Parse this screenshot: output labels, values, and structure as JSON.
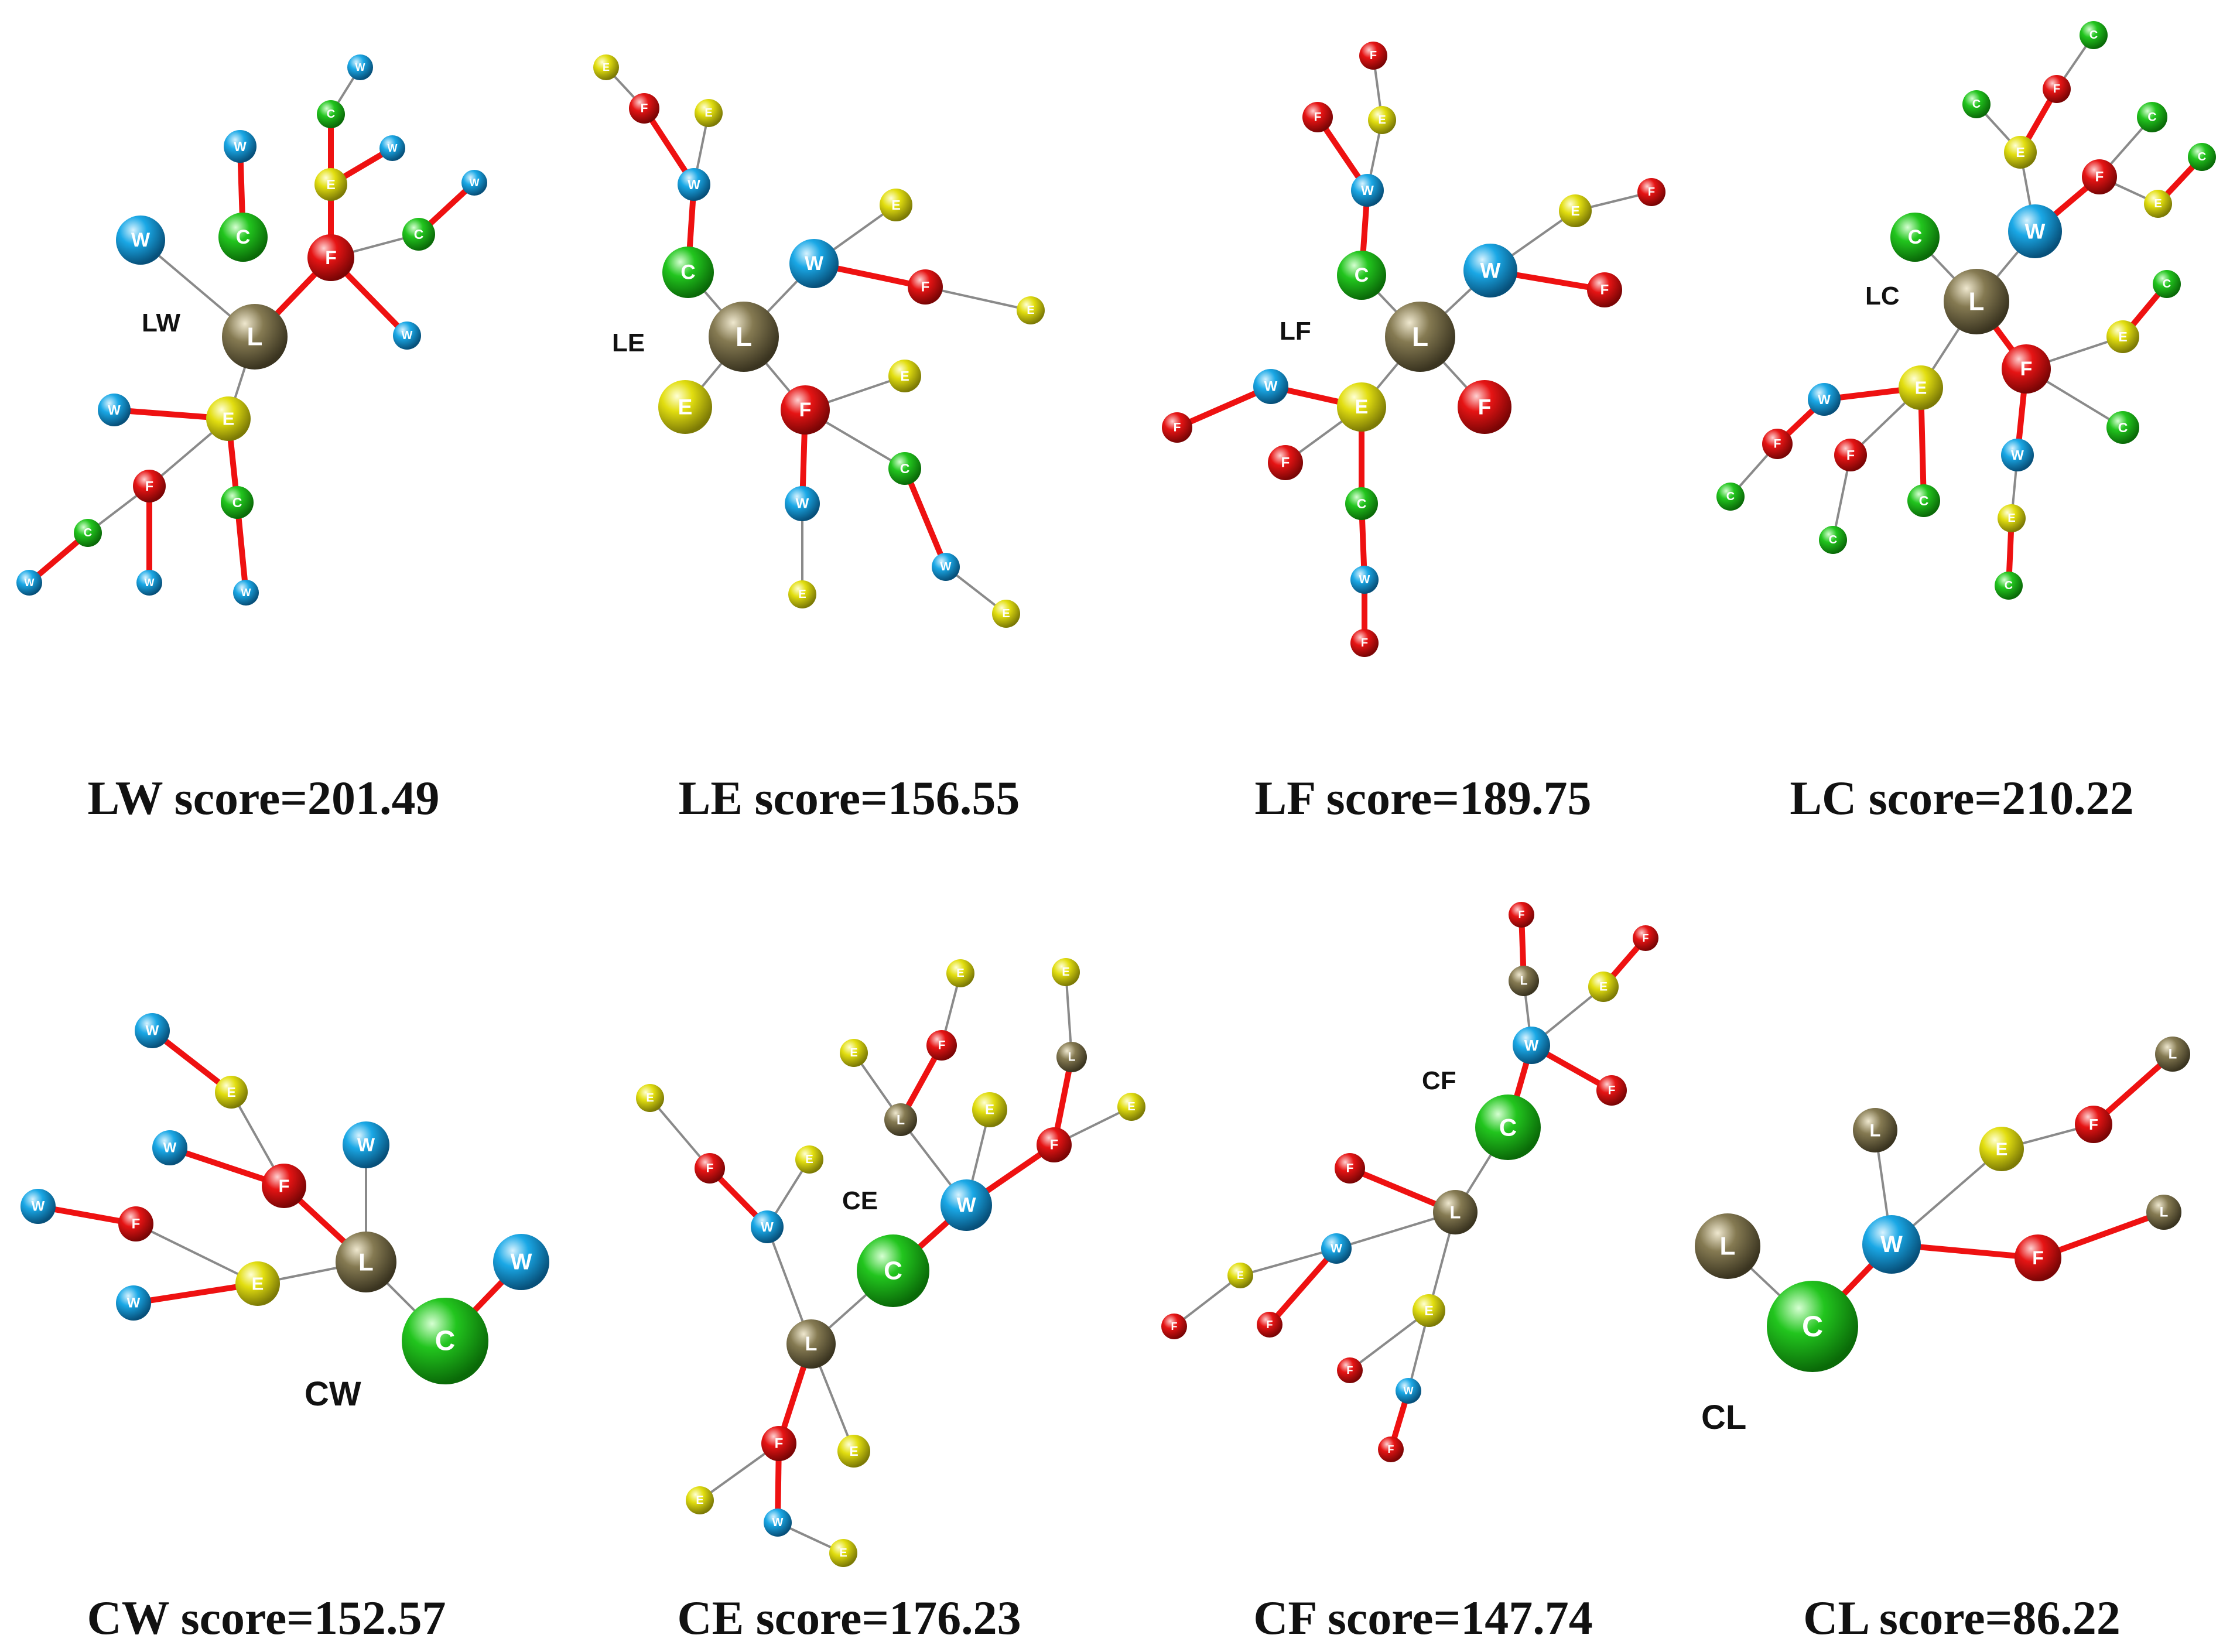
{
  "colors": {
    "W": "#1aa8e6",
    "C": "#22c51e",
    "E": "#e2de10",
    "F": "#e61414",
    "L": "#857a52",
    "strong_edge": "#ee1111",
    "weak_edge": "#8a8a8a"
  },
  "panels": [
    {
      "label": "LW",
      "score": "LW score=201.49"
    },
    {
      "label": "LE",
      "score": "LE score=156.55"
    },
    {
      "label": "LF",
      "score": "LF score=189.75"
    },
    {
      "label": "LC",
      "score": "LC score=210.22"
    },
    {
      "label": "CW",
      "score": "CW score=152.57"
    },
    {
      "label": "CE",
      "score": "CE score=176.23"
    },
    {
      "label": "CF",
      "score": "CF score=147.74"
    },
    {
      "label": "CL",
      "score": "CL score=86.22"
    }
  ]
}
